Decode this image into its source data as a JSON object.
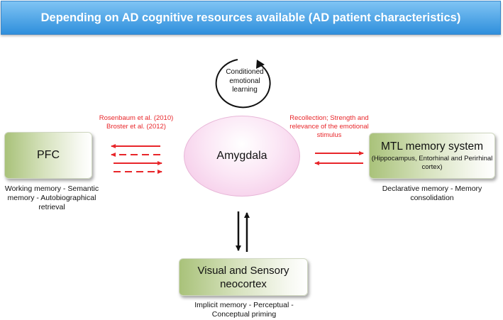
{
  "header": {
    "title": "Depending on AD cognitive resources available (AD patient characteristics)"
  },
  "nodes": {
    "pfc": {
      "label": "PFC",
      "caption": "Working memory - Semantic memory - Autobiographical retrieval"
    },
    "amygdala": {
      "label": "Amygdala"
    },
    "mtl": {
      "title": "MTL memory system",
      "subtitle": "(Hippocampus, Entorhinal and Perirhinal cortex)",
      "caption": "Declarative memory - Memory consolidation"
    },
    "visual": {
      "label": "Visual and Sensory neocortex",
      "caption": "Implicit memory - Perceptual - Conceptual priming"
    }
  },
  "loop": {
    "label": "Conditioned emotional learning"
  },
  "annotations": {
    "left_cite_1": "Rosenbaum et al. (2010)",
    "left_cite_2": "Broster et al. (2012)",
    "right_note": "Recollection; Strength and relevance of the emotional stimulus"
  },
  "colors": {
    "banner": "#2f8fdc",
    "box_green": "#a9c27a",
    "amygdala_pink": "#f3c2e4",
    "red_arrow": "#e8262a",
    "black_arrow": "#111111"
  }
}
